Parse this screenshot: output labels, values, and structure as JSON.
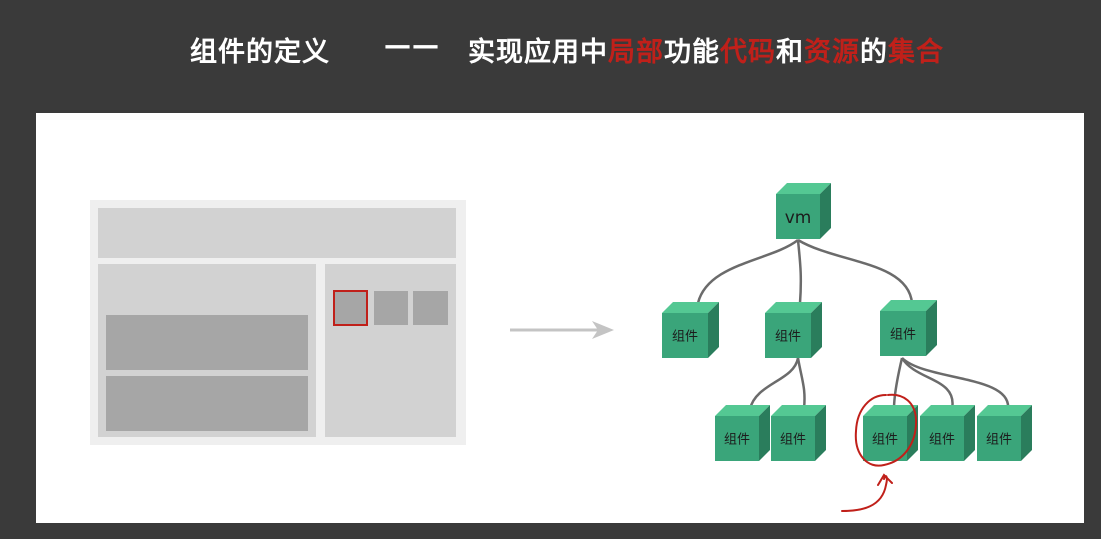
{
  "title": {
    "prefix": "组件的定义",
    "dash": "——",
    "segments": [
      {
        "text": "实现应用中",
        "color": "white"
      },
      {
        "text": "局部",
        "color": "red"
      },
      {
        "text": "功能",
        "color": "white"
      },
      {
        "text": "代码",
        "color": "red"
      },
      {
        "text": "和",
        "color": "white"
      },
      {
        "text": "资源",
        "color": "red"
      },
      {
        "text": "的",
        "color": "white"
      },
      {
        "text": "集合",
        "color": "red"
      }
    ]
  },
  "tree": {
    "root_label": "vm",
    "node_label": "组件"
  },
  "colors": {
    "cube_front": "#3aa57a",
    "cube_top": "#54c893",
    "cube_side": "#2a7d5c",
    "highlight_red": "#c0201a",
    "arrow_gray": "#c4c4c4",
    "wireframe_bg": "#efefef"
  },
  "icons": {
    "arrow": "right-arrow-icon",
    "annotation_circle": "hand-drawn-circle-icon",
    "annotation_arrow": "hand-drawn-up-arrow-icon"
  }
}
